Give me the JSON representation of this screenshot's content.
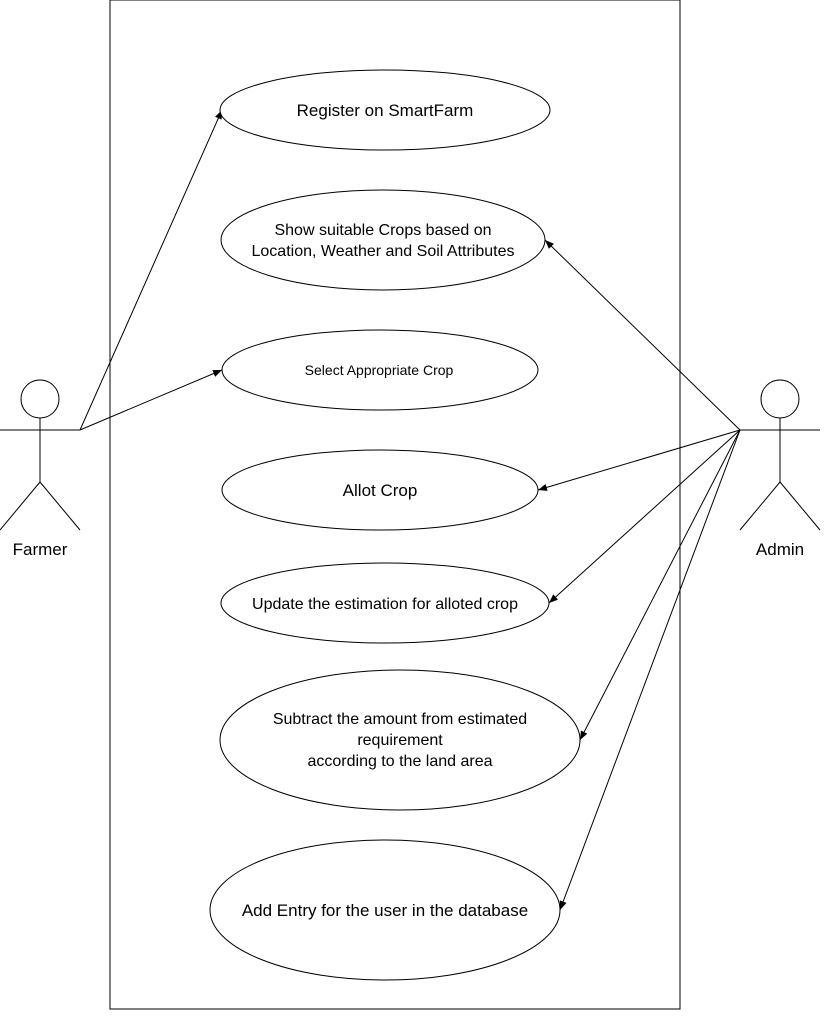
{
  "actors": {
    "farmer": {
      "label": "Farmer"
    },
    "admin": {
      "label": "Admin"
    }
  },
  "use_cases": [
    {
      "id": "register",
      "lines": [
        "Register on SmartFarm"
      ]
    },
    {
      "id": "show-crops",
      "lines": [
        "Show suitable Crops based on",
        "Location, Weather and Soil Attributes"
      ]
    },
    {
      "id": "select-crop",
      "lines": [
        "Select Appropriate Crop"
      ]
    },
    {
      "id": "allot-crop",
      "lines": [
        "Allot Crop"
      ]
    },
    {
      "id": "update-estimation",
      "lines": [
        "Update the estimation for alloted crop"
      ]
    },
    {
      "id": "subtract-amount",
      "lines": [
        "Subtract the amount from estimated",
        "requirement",
        "according to the land area"
      ]
    },
    {
      "id": "add-entry",
      "lines": [
        "Add Entry for the user in the database"
      ]
    }
  ],
  "associations": [
    {
      "from": "farmer",
      "to": "register"
    },
    {
      "from": "farmer",
      "to": "select-crop"
    },
    {
      "from": "admin",
      "to": "show-crops"
    },
    {
      "from": "admin",
      "to": "allot-crop"
    },
    {
      "from": "admin",
      "to": "update-estimation"
    },
    {
      "from": "admin",
      "to": "subtract-amount"
    },
    {
      "from": "admin",
      "to": "add-entry"
    }
  ],
  "colors": {
    "stroke": "#000000",
    "background": "#ffffff"
  }
}
